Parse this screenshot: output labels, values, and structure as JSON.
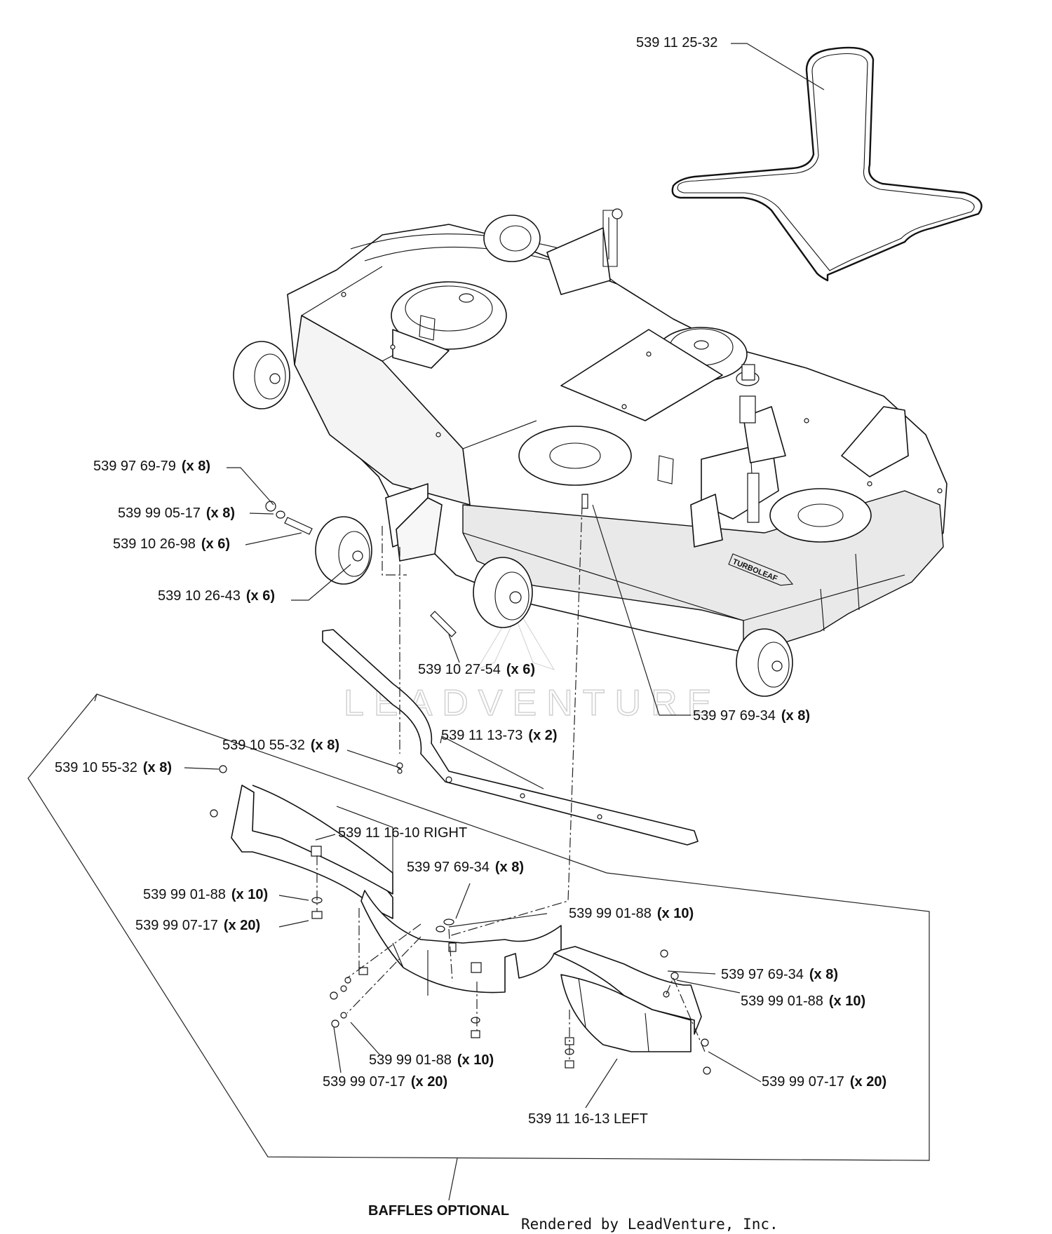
{
  "callouts": [
    {
      "id": "belt",
      "part": "539 11 25-32",
      "qty": ""
    },
    {
      "id": "nut-front",
      "part": "539 97 69-79",
      "qty": "(x 8)"
    },
    {
      "id": "washer-front",
      "part": "539 99 05-17",
      "qty": "(x 8)"
    },
    {
      "id": "axle-spacer",
      "part": "539 10 26-98",
      "qty": "(x 6)"
    },
    {
      "id": "gauge-wheel",
      "part": "539 10 26-43",
      "qty": "(x 6)"
    },
    {
      "id": "wheel-bolt",
      "part": "539 10 27-54",
      "qty": "(x 6)"
    },
    {
      "id": "deck-nut",
      "part": "539 97 69-34",
      "qty": "(x 8)"
    },
    {
      "id": "baffle-strip",
      "part": "539 11 13-73",
      "qty": "(x 2)"
    },
    {
      "id": "bolt-strip",
      "part": "539 10 55-32",
      "qty": "(x 8)"
    },
    {
      "id": "bolt-right",
      "part": "539 10 55-32",
      "qty": "(x 8)"
    },
    {
      "id": "baffle-right",
      "part": "539 11 16-10 RIGHT",
      "qty": ""
    },
    {
      "id": "nut-mid",
      "part": "539 97 69-34",
      "qty": "(x 8)"
    },
    {
      "id": "washer-right",
      "part": "539 99 01-88",
      "qty": "(x 10)"
    },
    {
      "id": "washer-mid",
      "part": "539 99 01-88",
      "qty": "(x 10)"
    },
    {
      "id": "locknut-right",
      "part": "539 99 07-17",
      "qty": "(x 20)"
    },
    {
      "id": "nut-left",
      "part": "539 97 69-34",
      "qty": "(x 8)"
    },
    {
      "id": "washer-left",
      "part": "539 99 01-88",
      "qty": "(x 10)"
    },
    {
      "id": "washer-bottom",
      "part": "539 99 01-88",
      "qty": "(x 10)"
    },
    {
      "id": "locknut-bottom",
      "part": "539 99 07-17",
      "qty": "(x 20)"
    },
    {
      "id": "locknut-left",
      "part": "539 99 07-17",
      "qty": "(x 20)"
    },
    {
      "id": "baffle-left",
      "part": "539 11 16-13 LEFT",
      "qty": ""
    }
  ],
  "footer": {
    "group_label": "BAFFLES OPTIONAL",
    "rendered_by": "Rendered by LeadVenture, Inc."
  },
  "deck_decal": "TURBOLEAF",
  "watermark": "LEADVENTURE",
  "colors": {
    "ink": "#111111",
    "watermark": "#cfcfcf",
    "shade": "#e9e9e9"
  }
}
